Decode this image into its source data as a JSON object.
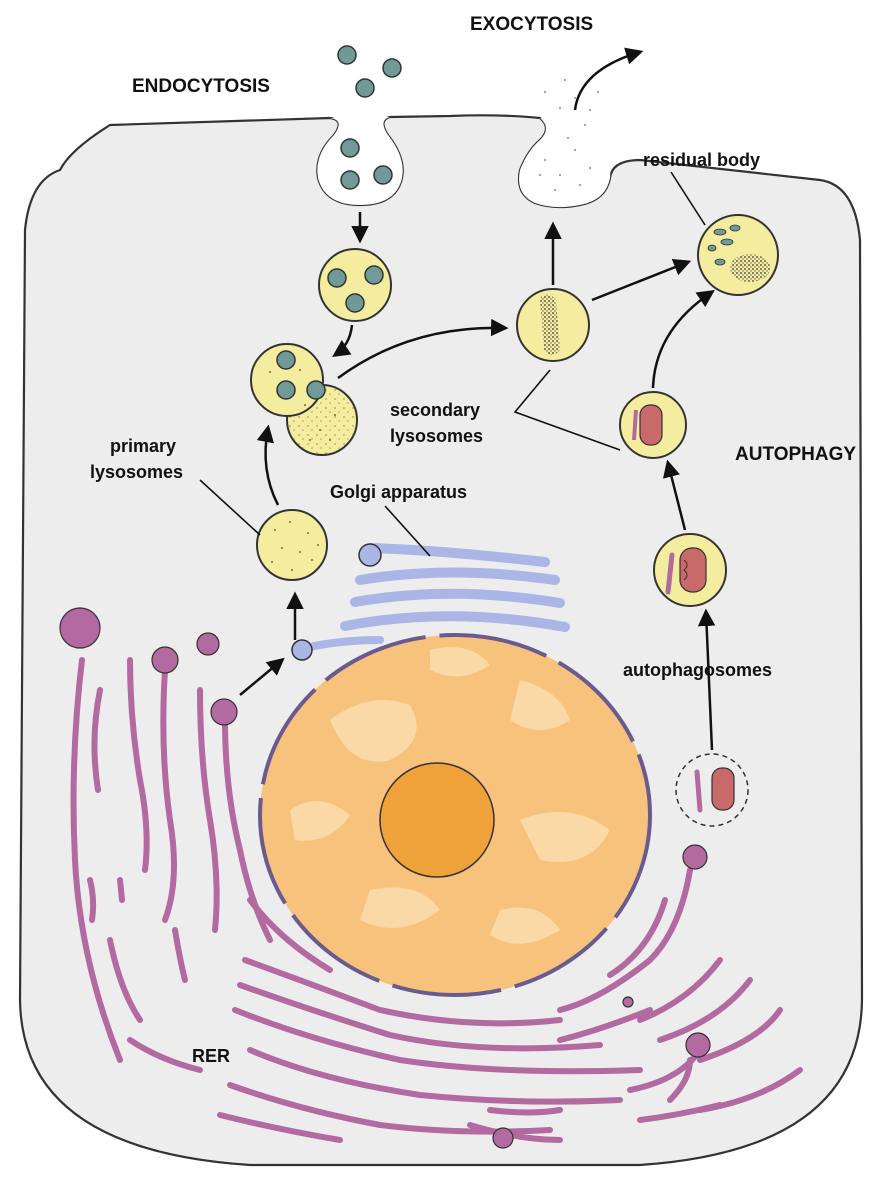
{
  "labels": {
    "endocytosis": "ENDOCYTOSIS",
    "exocytosis": "EXOCYTOSIS",
    "residual_body": "residual body",
    "secondary_lysosomes_1": "secondary",
    "secondary_lysosomes_2": "lysosomes",
    "primary_lysosomes_1": "primary",
    "primary_lysosomes_2": "lysosomes",
    "golgi": "Golgi apparatus",
    "autophagy": "AUTOPHAGY",
    "autophagosomes": "autophagosomes",
    "rer": "RER"
  },
  "colors": {
    "cytoplasm": "#eeeeee",
    "membrane": "#333333",
    "lysosome_fill": "#f4eda0",
    "particle": "#6f9a98",
    "er": "#b26aa0",
    "golgi": "#a9b6e6",
    "nucleus": "#f6c27c",
    "nucleus_light": "#fbd9a6",
    "nucleolus": "#f0a23a",
    "mitochondrion": "#c96a6a",
    "arrow": "#111111"
  }
}
